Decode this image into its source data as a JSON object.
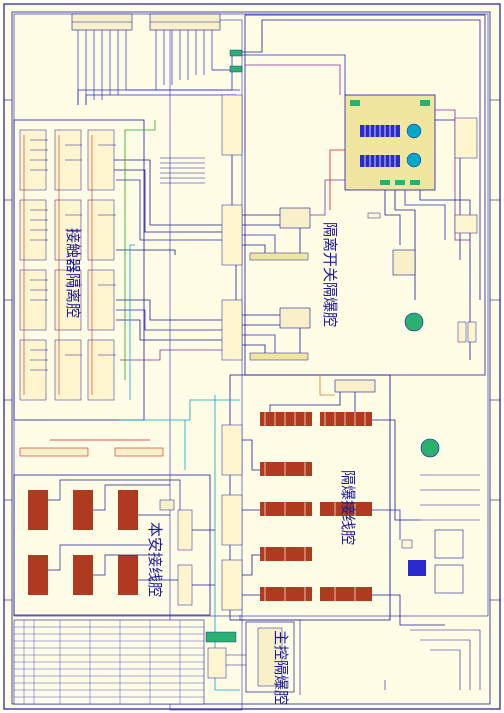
{
  "diagram": {
    "labels": {
      "contactor_compartment": "接触器隔离腔",
      "isolation_switch_compartment": "隔离开关隔爆腔",
      "explosion_proof_wiring_compartment": "隔爆接线腔",
      "intrinsically_safe_wiring_compartment": "本安接线腔",
      "main_control_compartment": "主控隔爆腔"
    },
    "colors": {
      "sheet_fill": "#fffde6",
      "frame": "#1a1aa0",
      "wire_blue": "#2a2ad0",
      "wire_cyan": "#00a7c8",
      "wire_red": "#d02020",
      "wire_green": "#20a020",
      "wire_purple": "#8a2aa0",
      "wire_orange": "#e07a20",
      "terminal_red": "#b03a20",
      "pcb_fill": "#f0e6a0",
      "motor_green": "#2ab070"
    }
  }
}
